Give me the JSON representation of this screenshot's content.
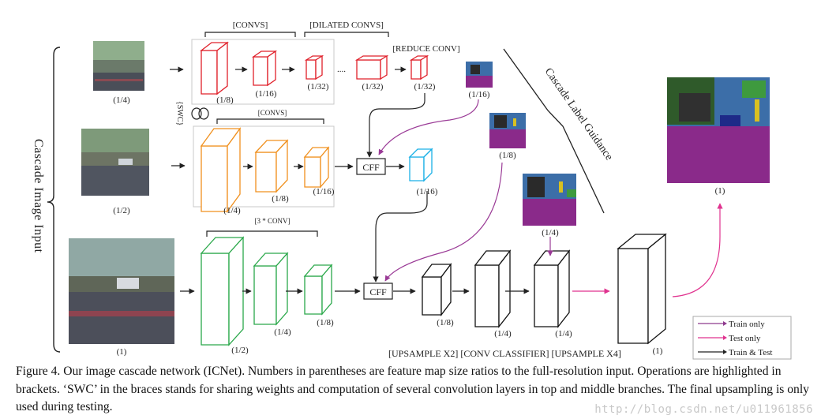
{
  "stage_labels": {
    "convs_top": "[CONVS]",
    "dilated_convs": "[DILATED CONVS]",
    "reduce_conv": "[REDUCE CONV]",
    "convs_mid": "[CONVS]",
    "three_conv": "[3 * CONV]",
    "swc": "{SWC}",
    "ellipsis": "....",
    "cff": "CFF",
    "bottom_ops": "[UPSAMPLE X2] [CONV CLASSIFIER] [UPSAMPLE X4]"
  },
  "side_labels": {
    "cascade_image_input": "Cascade Image Input",
    "cascade_label_guidance": "Cascade Label Guidance"
  },
  "ratios": {
    "img_top": "(1/4)",
    "img_mid": "(1/2)",
    "img_bot": "(1)",
    "r1_a": "(1/8)",
    "r1_b": "(1/16)",
    "r1_c": "(1/32)",
    "r1_d": "(1/32)",
    "r1_e": "(1/32)",
    "r2_a": "(1/4)",
    "r2_b": "(1/8)",
    "r2_c": "(1/16)",
    "cff1": "(1/16)",
    "r3_a": "(1/2)",
    "r3_b": "(1/4)",
    "r3_c": "(1/8)",
    "up_a": "(1/8)",
    "up_b": "(1/4)",
    "up_c": "(1/4)",
    "up_final": "(1)",
    "lab_a": "(1/16)",
    "lab_b": "(1/8)",
    "lab_c": "(1/4)",
    "output": "(1)"
  },
  "legend": {
    "items": [
      {
        "label": "Train only",
        "color": "#8e3a8e"
      },
      {
        "label": "Test only",
        "color": "#e0338f"
      },
      {
        "label": "Train & Test",
        "color": "#222222"
      }
    ]
  },
  "colors": {
    "red": "#e0202a",
    "orange": "#f0901e",
    "green": "#2aa84a",
    "cyan": "#1ab0e6",
    "black": "#111111",
    "purple": "#9a3a96",
    "pink": "#e0338f"
  },
  "caption": "Figure 4. Our image cascade network (ICNet). Numbers in parentheses are feature map size ratios to the full-resolution input. Operations are highlighted in brackets. ‘SWC’ in the braces stands for sharing weights and computation of several convolution layers in top and middle branches. The final upsampling is only used during testing.",
  "watermark": "http://blog.csdn.net/u011961856"
}
